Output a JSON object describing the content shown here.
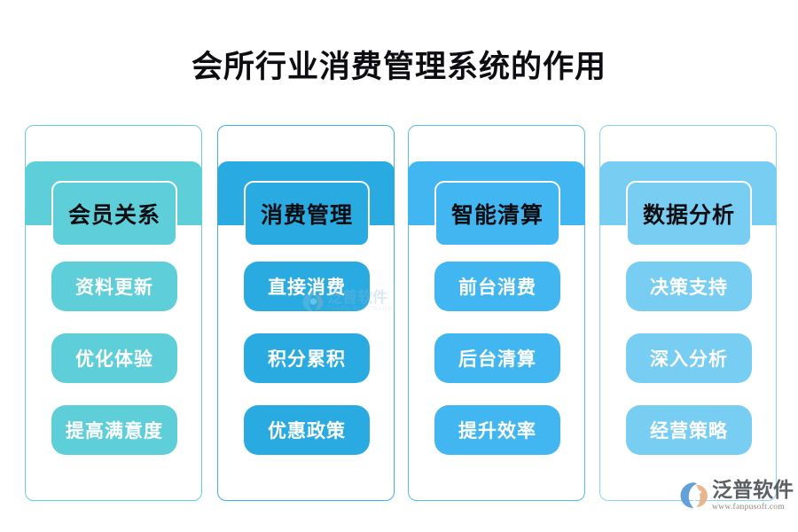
{
  "page": {
    "title": "会所行业消费管理系统的作用",
    "background": "#ffffff"
  },
  "columns": [
    {
      "id": "member-relations",
      "header": "会员关系",
      "color": "#5ecfd8",
      "items": [
        "资料更新",
        "优化体验",
        "提高满意度"
      ]
    },
    {
      "id": "consumption-management",
      "header": "消费管理",
      "color": "#29abe2",
      "items": [
        "直接消费",
        "积分累积",
        "优惠政策"
      ]
    },
    {
      "id": "intelligent-settlement",
      "header": "智能清算",
      "color": "#41b6f0",
      "items": [
        "前台消费",
        "后台清算",
        "提升效率"
      ]
    },
    {
      "id": "data-analysis",
      "header": "数据分析",
      "color": "#78cdf2",
      "items": [
        "决策支持",
        "深入分析",
        "经营策略"
      ]
    }
  ],
  "watermark": {
    "brand_cn": "泛普软件",
    "brand_en": "FANPU SOFTWARE"
  },
  "logo": {
    "brand_cn": "泛普软件",
    "url": "www.fanpusoft.com"
  }
}
